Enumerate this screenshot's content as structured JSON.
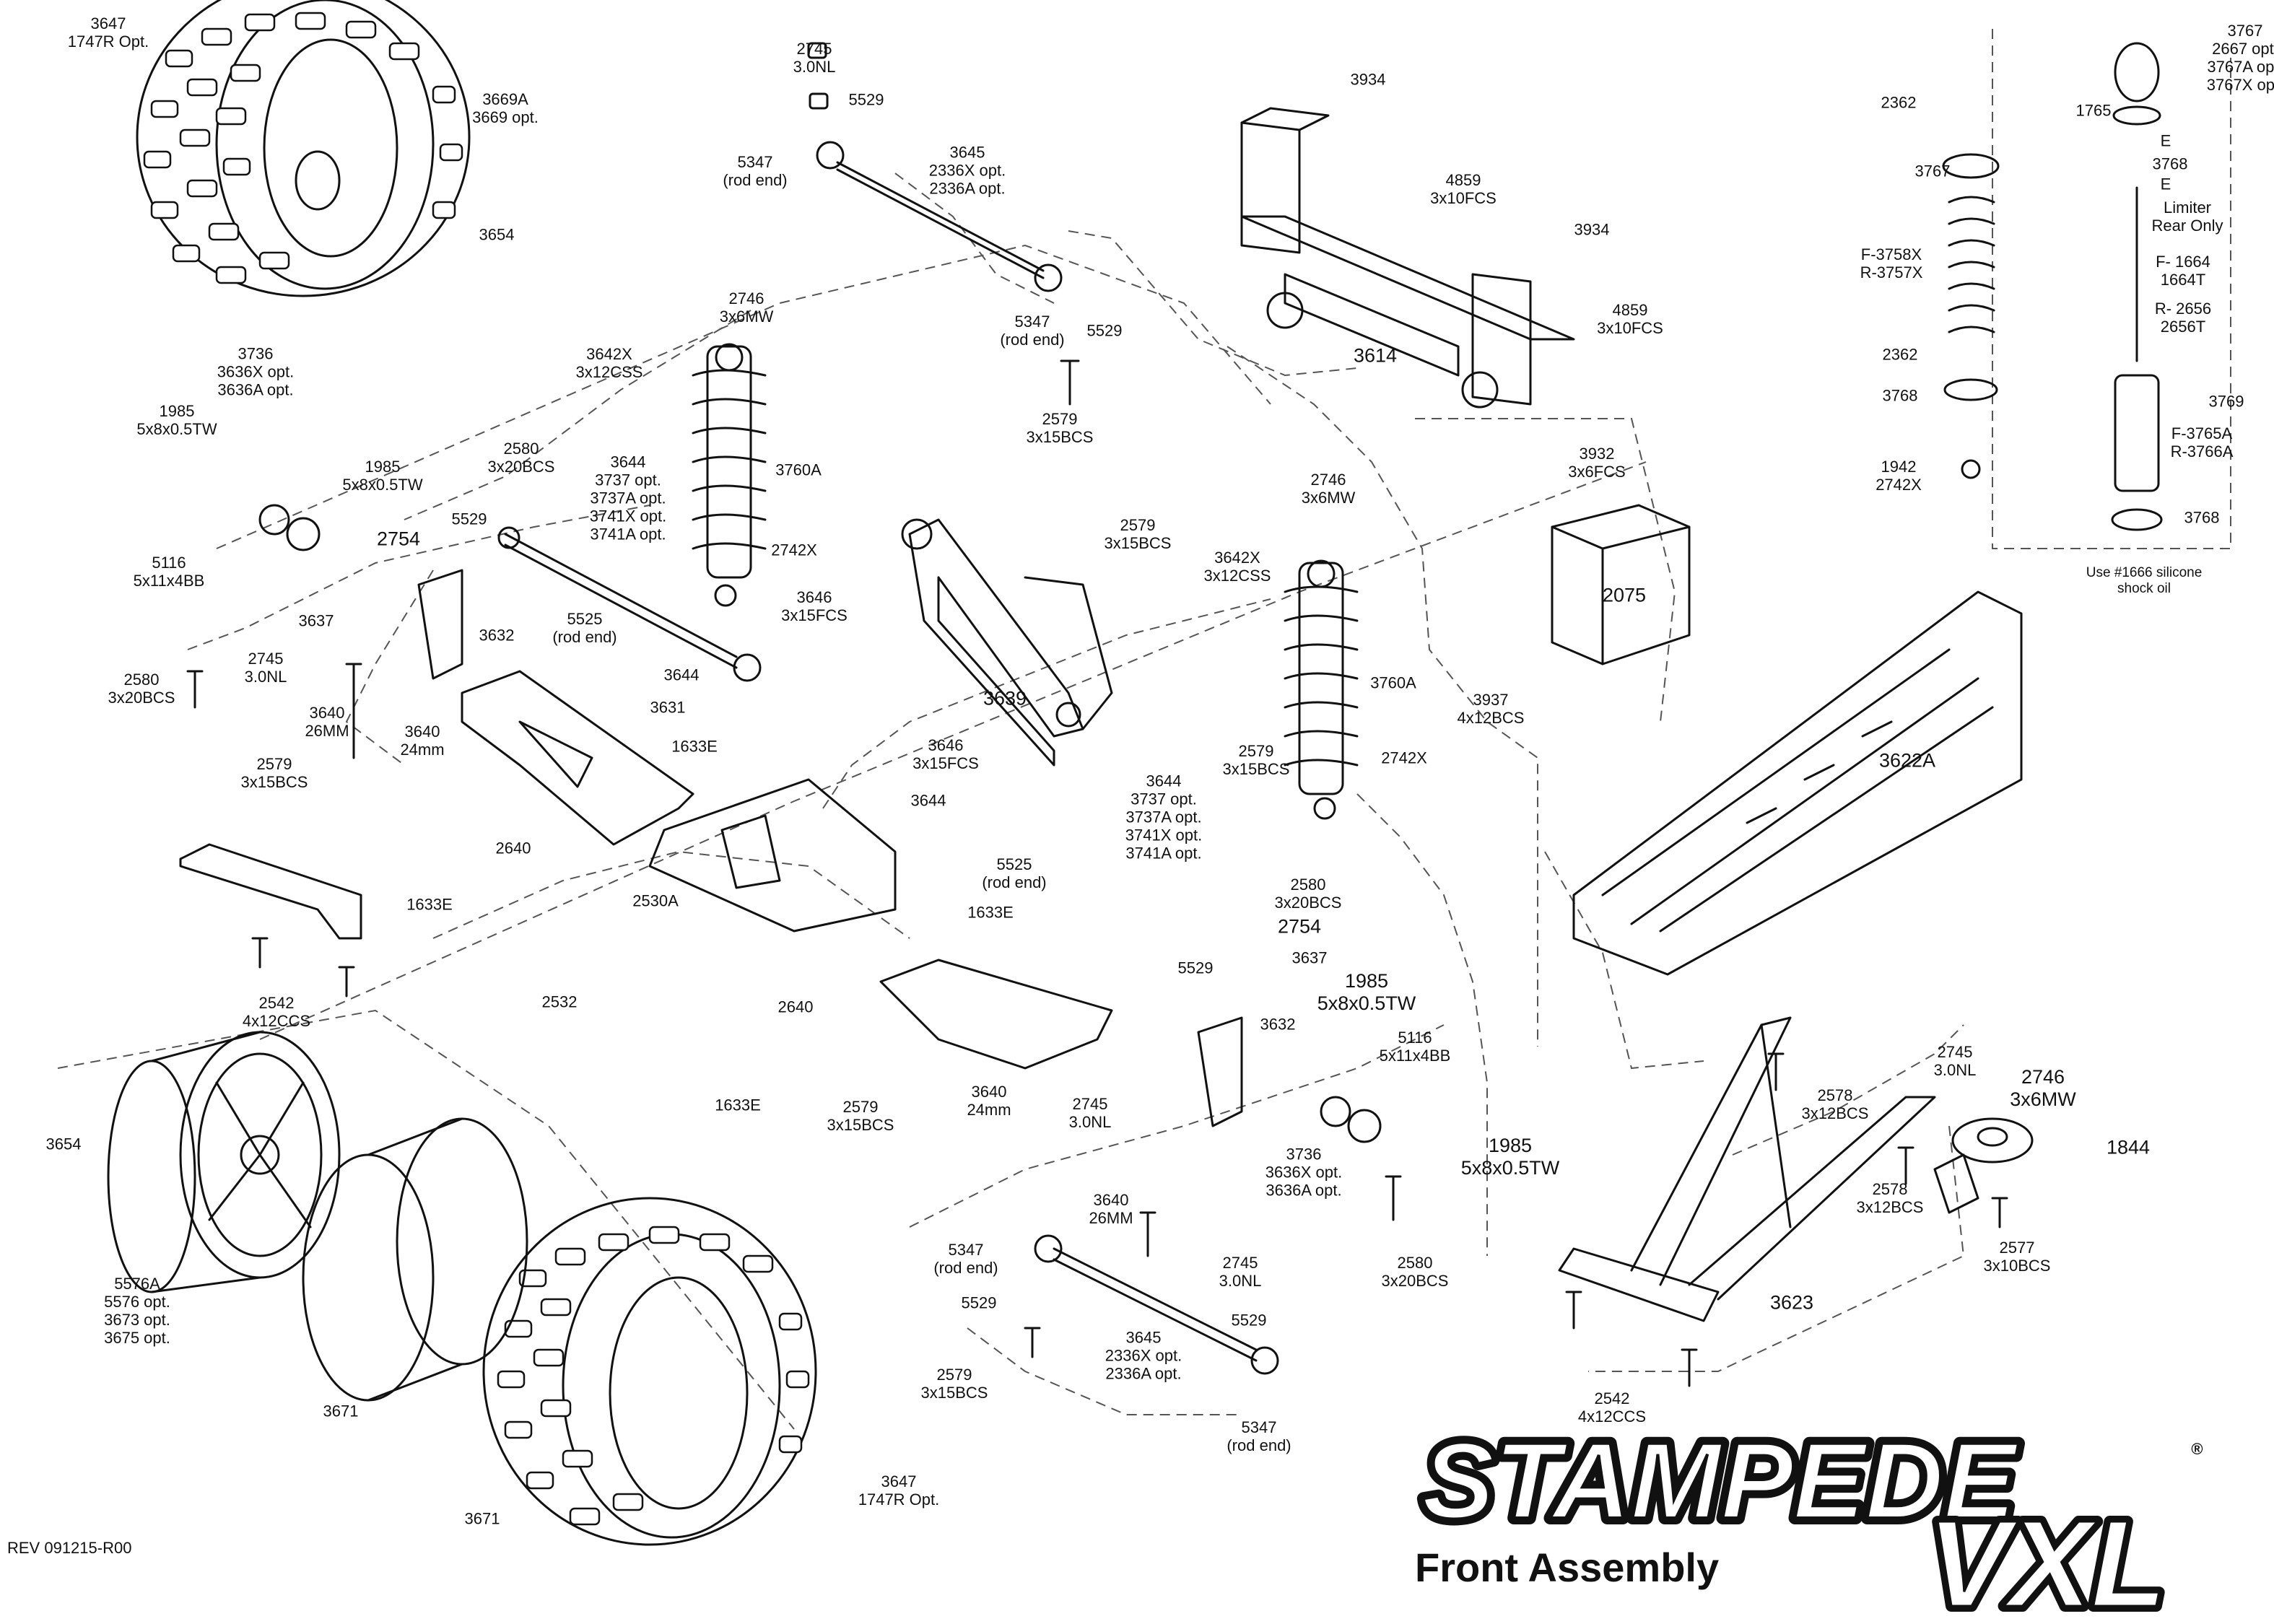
{
  "title": "STAMPEDE",
  "subtitle_badge": "VXL",
  "subtitle": "Front Assembly",
  "revision": "REV 091215-R00",
  "registered_mark": "®",
  "shock_note": "Use #1666 silicone\nshock oil",
  "callouts": [
    {
      "id": "c01",
      "text": "3647\n1747R Opt."
    },
    {
      "id": "c02",
      "text": "3669A\n3669 opt."
    },
    {
      "id": "c03",
      "text": "3654"
    },
    {
      "id": "c04",
      "text": "2745\n3.0NL"
    },
    {
      "id": "c05",
      "text": "5529"
    },
    {
      "id": "c06",
      "text": "5347\n(rod end)"
    },
    {
      "id": "c07",
      "text": "3645\n2336X opt.\n2336A opt."
    },
    {
      "id": "c08",
      "text": "3934"
    },
    {
      "id": "c09",
      "text": "4859\n3x10FCS"
    },
    {
      "id": "c10",
      "text": "3934"
    },
    {
      "id": "c11",
      "text": "4859\n3x10FCS"
    },
    {
      "id": "c12",
      "text": "3614"
    },
    {
      "id": "c13",
      "text": "5347\n(rod end)"
    },
    {
      "id": "c14",
      "text": "5529"
    },
    {
      "id": "c15",
      "text": "2579\n3x15BCS"
    },
    {
      "id": "c16",
      "text": "2746\n3x6MW"
    },
    {
      "id": "c17",
      "text": "3642X\n3x12CSS"
    },
    {
      "id": "c18",
      "text": "3760A"
    },
    {
      "id": "c19",
      "text": "3736\n3636X opt.\n3636A opt."
    },
    {
      "id": "c20",
      "text": "1985\n5x8x0.5TW"
    },
    {
      "id": "c21",
      "text": "1985\n5x8x0.5TW"
    },
    {
      "id": "c22",
      "text": "2580\n3x20BCS"
    },
    {
      "id": "c23",
      "text": "3644\n3737 opt.\n3737A opt.\n3741X opt.\n3741A opt."
    },
    {
      "id": "c24",
      "text": "5529"
    },
    {
      "id": "c25",
      "text": "2754"
    },
    {
      "id": "c26",
      "text": "5116\n5x11x4BB"
    },
    {
      "id": "c27",
      "text": "2742X"
    },
    {
      "id": "c28",
      "text": "3646\n3x15FCS"
    },
    {
      "id": "c29",
      "text": "5525\n(rod end)"
    },
    {
      "id": "c30",
      "text": "3637"
    },
    {
      "id": "c31",
      "text": "3632"
    },
    {
      "id": "c32",
      "text": "2745\n3.0NL"
    },
    {
      "id": "c33",
      "text": "2580\n3x20BCS"
    },
    {
      "id": "c34",
      "text": "3644"
    },
    {
      "id": "c35",
      "text": "3631"
    },
    {
      "id": "c36",
      "text": "3640\n26MM"
    },
    {
      "id": "c37",
      "text": "3640\n24mm"
    },
    {
      "id": "c38",
      "text": "2579\n3x15BCS"
    },
    {
      "id": "c39",
      "text": "1633E"
    },
    {
      "id": "c40",
      "text": "2579\n3x15BCS"
    },
    {
      "id": "c41",
      "text": "3639"
    },
    {
      "id": "c42",
      "text": "3642X\n3x12CSS"
    },
    {
      "id": "c43",
      "text": "2746\n3x6MW"
    },
    {
      "id": "c44",
      "text": "3760A"
    },
    {
      "id": "c45",
      "text": "3932\n3x6FCS"
    },
    {
      "id": "c46",
      "text": "2075"
    },
    {
      "id": "c47",
      "text": "3937\n4x12BCS"
    },
    {
      "id": "c48",
      "text": "2579\n3x15BCS"
    },
    {
      "id": "c49",
      "text": "2742X"
    },
    {
      "id": "c50",
      "text": "3646\n3x15FCS"
    },
    {
      "id": "c51",
      "text": "3644"
    },
    {
      "id": "c52",
      "text": "3644\n3737 opt.\n3737A opt.\n3741X opt.\n3741A opt."
    },
    {
      "id": "c53",
      "text": "5525\n(rod end)"
    },
    {
      "id": "c54",
      "text": "3622A"
    },
    {
      "id": "c55",
      "text": "2640"
    },
    {
      "id": "c56",
      "text": "2530A"
    },
    {
      "id": "c57",
      "text": "1633E"
    },
    {
      "id": "c58",
      "text": "1633E"
    },
    {
      "id": "c59",
      "text": "2580\n3x20BCS"
    },
    {
      "id": "c60",
      "text": "2754"
    },
    {
      "id": "c61",
      "text": "5529"
    },
    {
      "id": "c62",
      "text": "3637"
    },
    {
      "id": "c63",
      "text": "2542\n4x12CCS"
    },
    {
      "id": "c64",
      "text": "2532"
    },
    {
      "id": "c65",
      "text": "2640"
    },
    {
      "id": "c66",
      "text": "1985\n5x8x0.5TW"
    },
    {
      "id": "c67",
      "text": "3632"
    },
    {
      "id": "c68",
      "text": "5116\n5x11x4BB"
    },
    {
      "id": "c69",
      "text": "1633E"
    },
    {
      "id": "c70",
      "text": "3654"
    },
    {
      "id": "c71",
      "text": "2579\n3x15BCS"
    },
    {
      "id": "c72",
      "text": "3640\n24mm"
    },
    {
      "id": "c73",
      "text": "2745\n3.0NL"
    },
    {
      "id": "c74",
      "text": "3736\n3636X opt.\n3636A opt."
    },
    {
      "id": "c75",
      "text": "1985\n5x8x0.5TW"
    },
    {
      "id": "c76",
      "text": "2578\n3x12BCS"
    },
    {
      "id": "c77",
      "text": "2745\n3.0NL"
    },
    {
      "id": "c78",
      "text": "2746\n3x6MW"
    },
    {
      "id": "c79",
      "text": "1844"
    },
    {
      "id": "c80",
      "text": "2578\n3x12BCS"
    },
    {
      "id": "c81",
      "text": "3640\n26MM"
    },
    {
      "id": "c82",
      "text": "2580\n3x20BCS"
    },
    {
      "id": "c83",
      "text": "2577\n3x10BCS"
    },
    {
      "id": "c84",
      "text": "5576A\n5576 opt.\n3673 opt.\n3675 opt."
    },
    {
      "id": "c85",
      "text": "5347\n(rod end)"
    },
    {
      "id": "c86",
      "text": "5529"
    },
    {
      "id": "c87",
      "text": "2745\n3.0NL"
    },
    {
      "id": "c88",
      "text": "5529"
    },
    {
      "id": "c89",
      "text": "3623"
    },
    {
      "id": "c90",
      "text": "2579\n3x15BCS"
    },
    {
      "id": "c91",
      "text": "3645\n2336X opt.\n2336A opt."
    },
    {
      "id": "c92",
      "text": "2542\n4x12CCS"
    },
    {
      "id": "c93",
      "text": "3671"
    },
    {
      "id": "c94",
      "text": "5347\n(rod end)"
    },
    {
      "id": "c95",
      "text": "3647\n1747R Opt."
    },
    {
      "id": "c96",
      "text": "3671"
    },
    {
      "id": "c97",
      "text": "3767\n2667 opt.\n3767A opt.\n3767X opt."
    },
    {
      "id": "c98",
      "text": "2362"
    },
    {
      "id": "c99",
      "text": "1765"
    },
    {
      "id": "c100",
      "text": "E"
    },
    {
      "id": "c101",
      "text": "3767"
    },
    {
      "id": "c102",
      "text": "3768"
    },
    {
      "id": "c103",
      "text": "E"
    },
    {
      "id": "c104",
      "text": "Limiter\nRear Only"
    },
    {
      "id": "c105",
      "text": "F-3758X\nR-3757X"
    },
    {
      "id": "c106",
      "text": "F- 1664\n1664T"
    },
    {
      "id": "c107",
      "text": "R- 2656\n2656T"
    },
    {
      "id": "c108",
      "text": "2362"
    },
    {
      "id": "c109",
      "text": "3768"
    },
    {
      "id": "c110",
      "text": "3769"
    },
    {
      "id": "c111",
      "text": "F-3765A\nR-3766A"
    },
    {
      "id": "c112",
      "text": "1942\n2742X"
    },
    {
      "id": "c113",
      "text": "3768"
    }
  ]
}
